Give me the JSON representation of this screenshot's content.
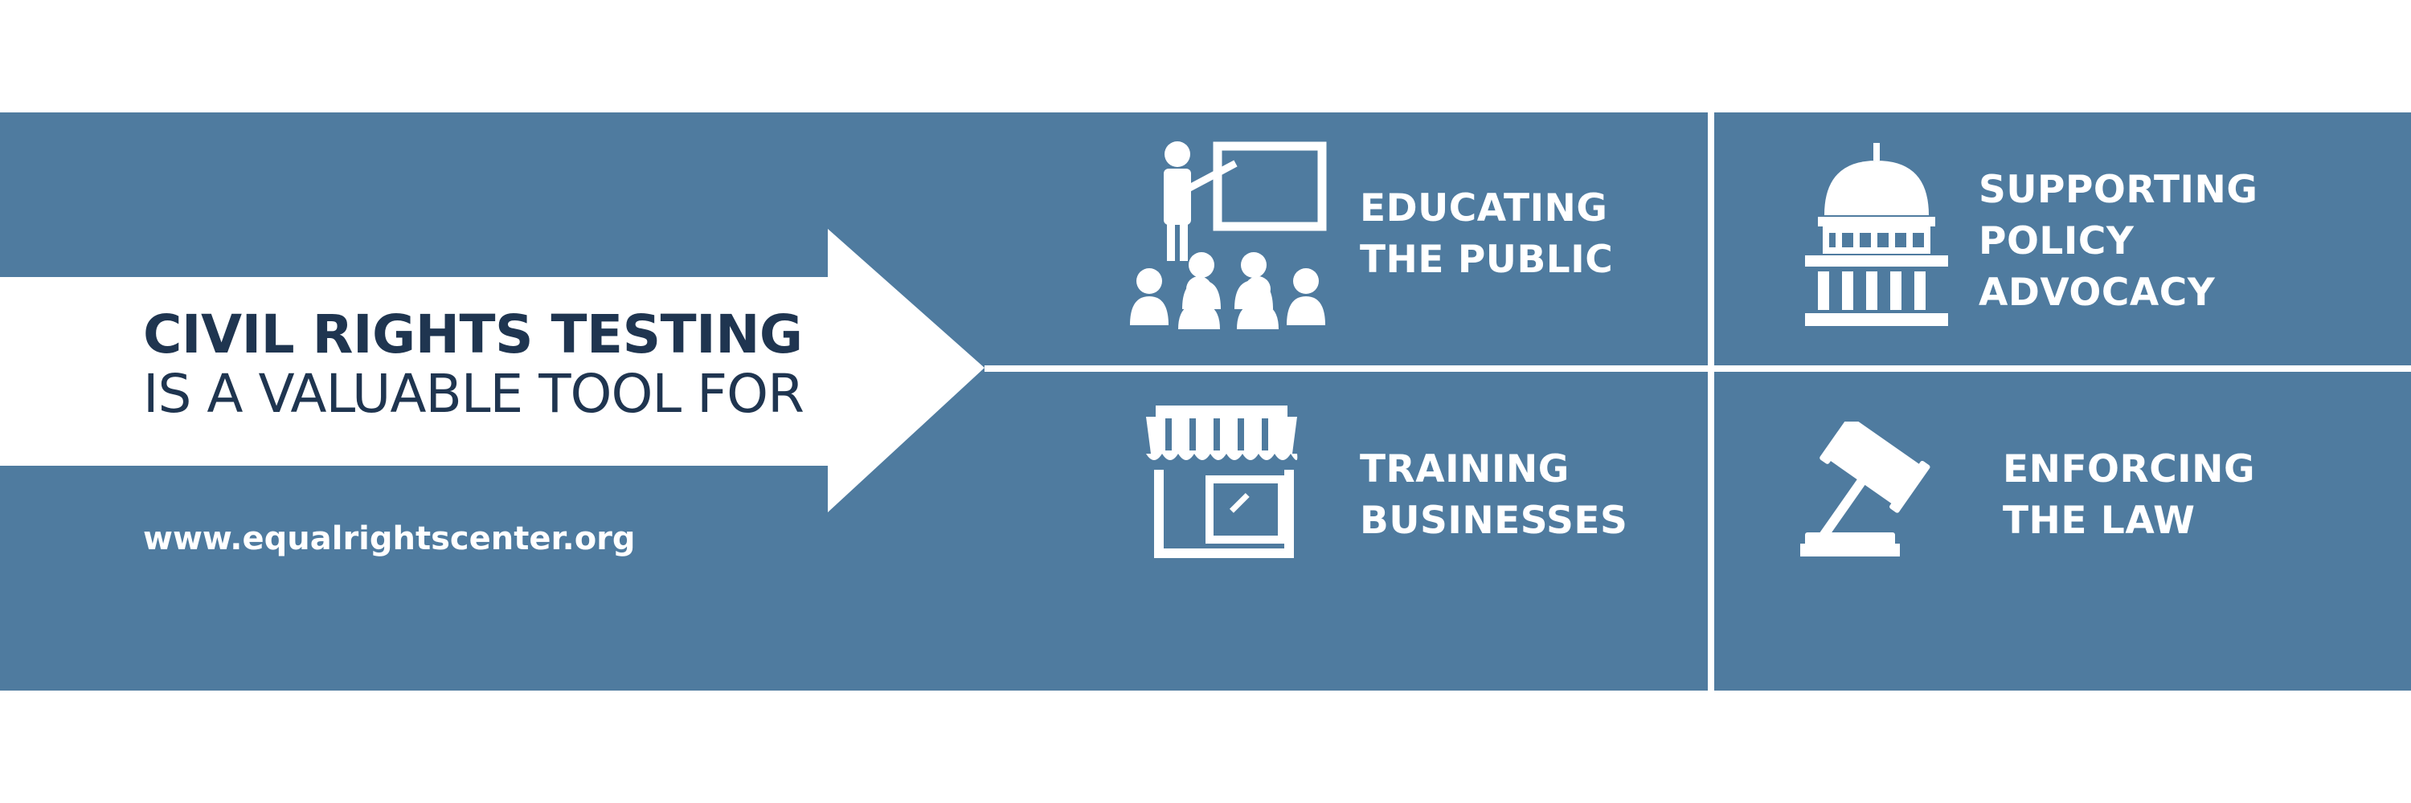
{
  "headline": {
    "line1": "CIVIL RIGHTS TESTING",
    "line2": "IS A VALUABLE TOOL FOR"
  },
  "website": "www.equalrightscenter.org",
  "items": [
    {
      "lines": [
        "EDUCATING",
        "THE PUBLIC"
      ],
      "icon": "presentation-audience-icon"
    },
    {
      "lines": [
        "SUPPORTING",
        "POLICY",
        "ADVOCACY"
      ],
      "icon": "capitol-building-icon"
    },
    {
      "lines": [
        "TRAINING",
        "BUSINESSES"
      ],
      "icon": "storefront-icon"
    },
    {
      "lines": [
        "ENFORCING",
        "THE LAW"
      ],
      "icon": "gavel-icon"
    }
  ],
  "colors": {
    "banner": "#4f7b9f",
    "arrow": "#ffffff",
    "headline_text": "#1f3550",
    "label_text": "#ffffff"
  }
}
